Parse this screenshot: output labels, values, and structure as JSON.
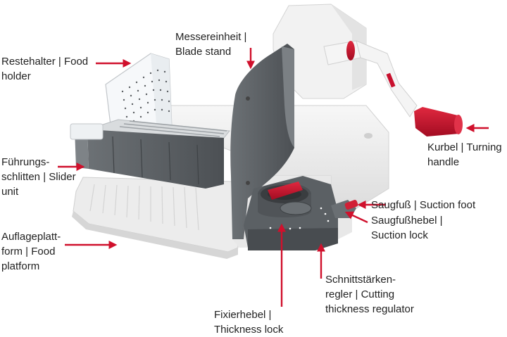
{
  "colors": {
    "body_white": "#f3f3f3",
    "housing_gray": "#5d6266",
    "accent_red": "#c8102e",
    "arrow_red": "#d0102c",
    "text": "#222222"
  },
  "labels": {
    "food_holder": {
      "line1": "Restehalter | Food",
      "line2": "holder"
    },
    "blade_stand": {
      "line1": "Messereinheit |",
      "line2": "Blade stand"
    },
    "slider_unit": {
      "line1": "Führungs-",
      "line2": "schlitten | Slider",
      "line3": "unit"
    },
    "food_platform": {
      "line1": "Auflageplatt-",
      "line2": "form | Food",
      "line3": "platform"
    },
    "turning_handle": {
      "line1": "Kurbel | Turning",
      "line2": "handle"
    },
    "suction_foot": {
      "line1": "Saugfuß | Suction foot"
    },
    "suction_lock": {
      "line1": "Saugfußhebel |",
      "line2": "Suction lock"
    },
    "cutting_thickness": {
      "line1": "Schnittstärken-",
      "line2": "regler | Cutting",
      "line3": "thickness regulator"
    },
    "thickness_lock": {
      "line1": "Fixierhebel |",
      "line2": "Thickness lock"
    }
  }
}
